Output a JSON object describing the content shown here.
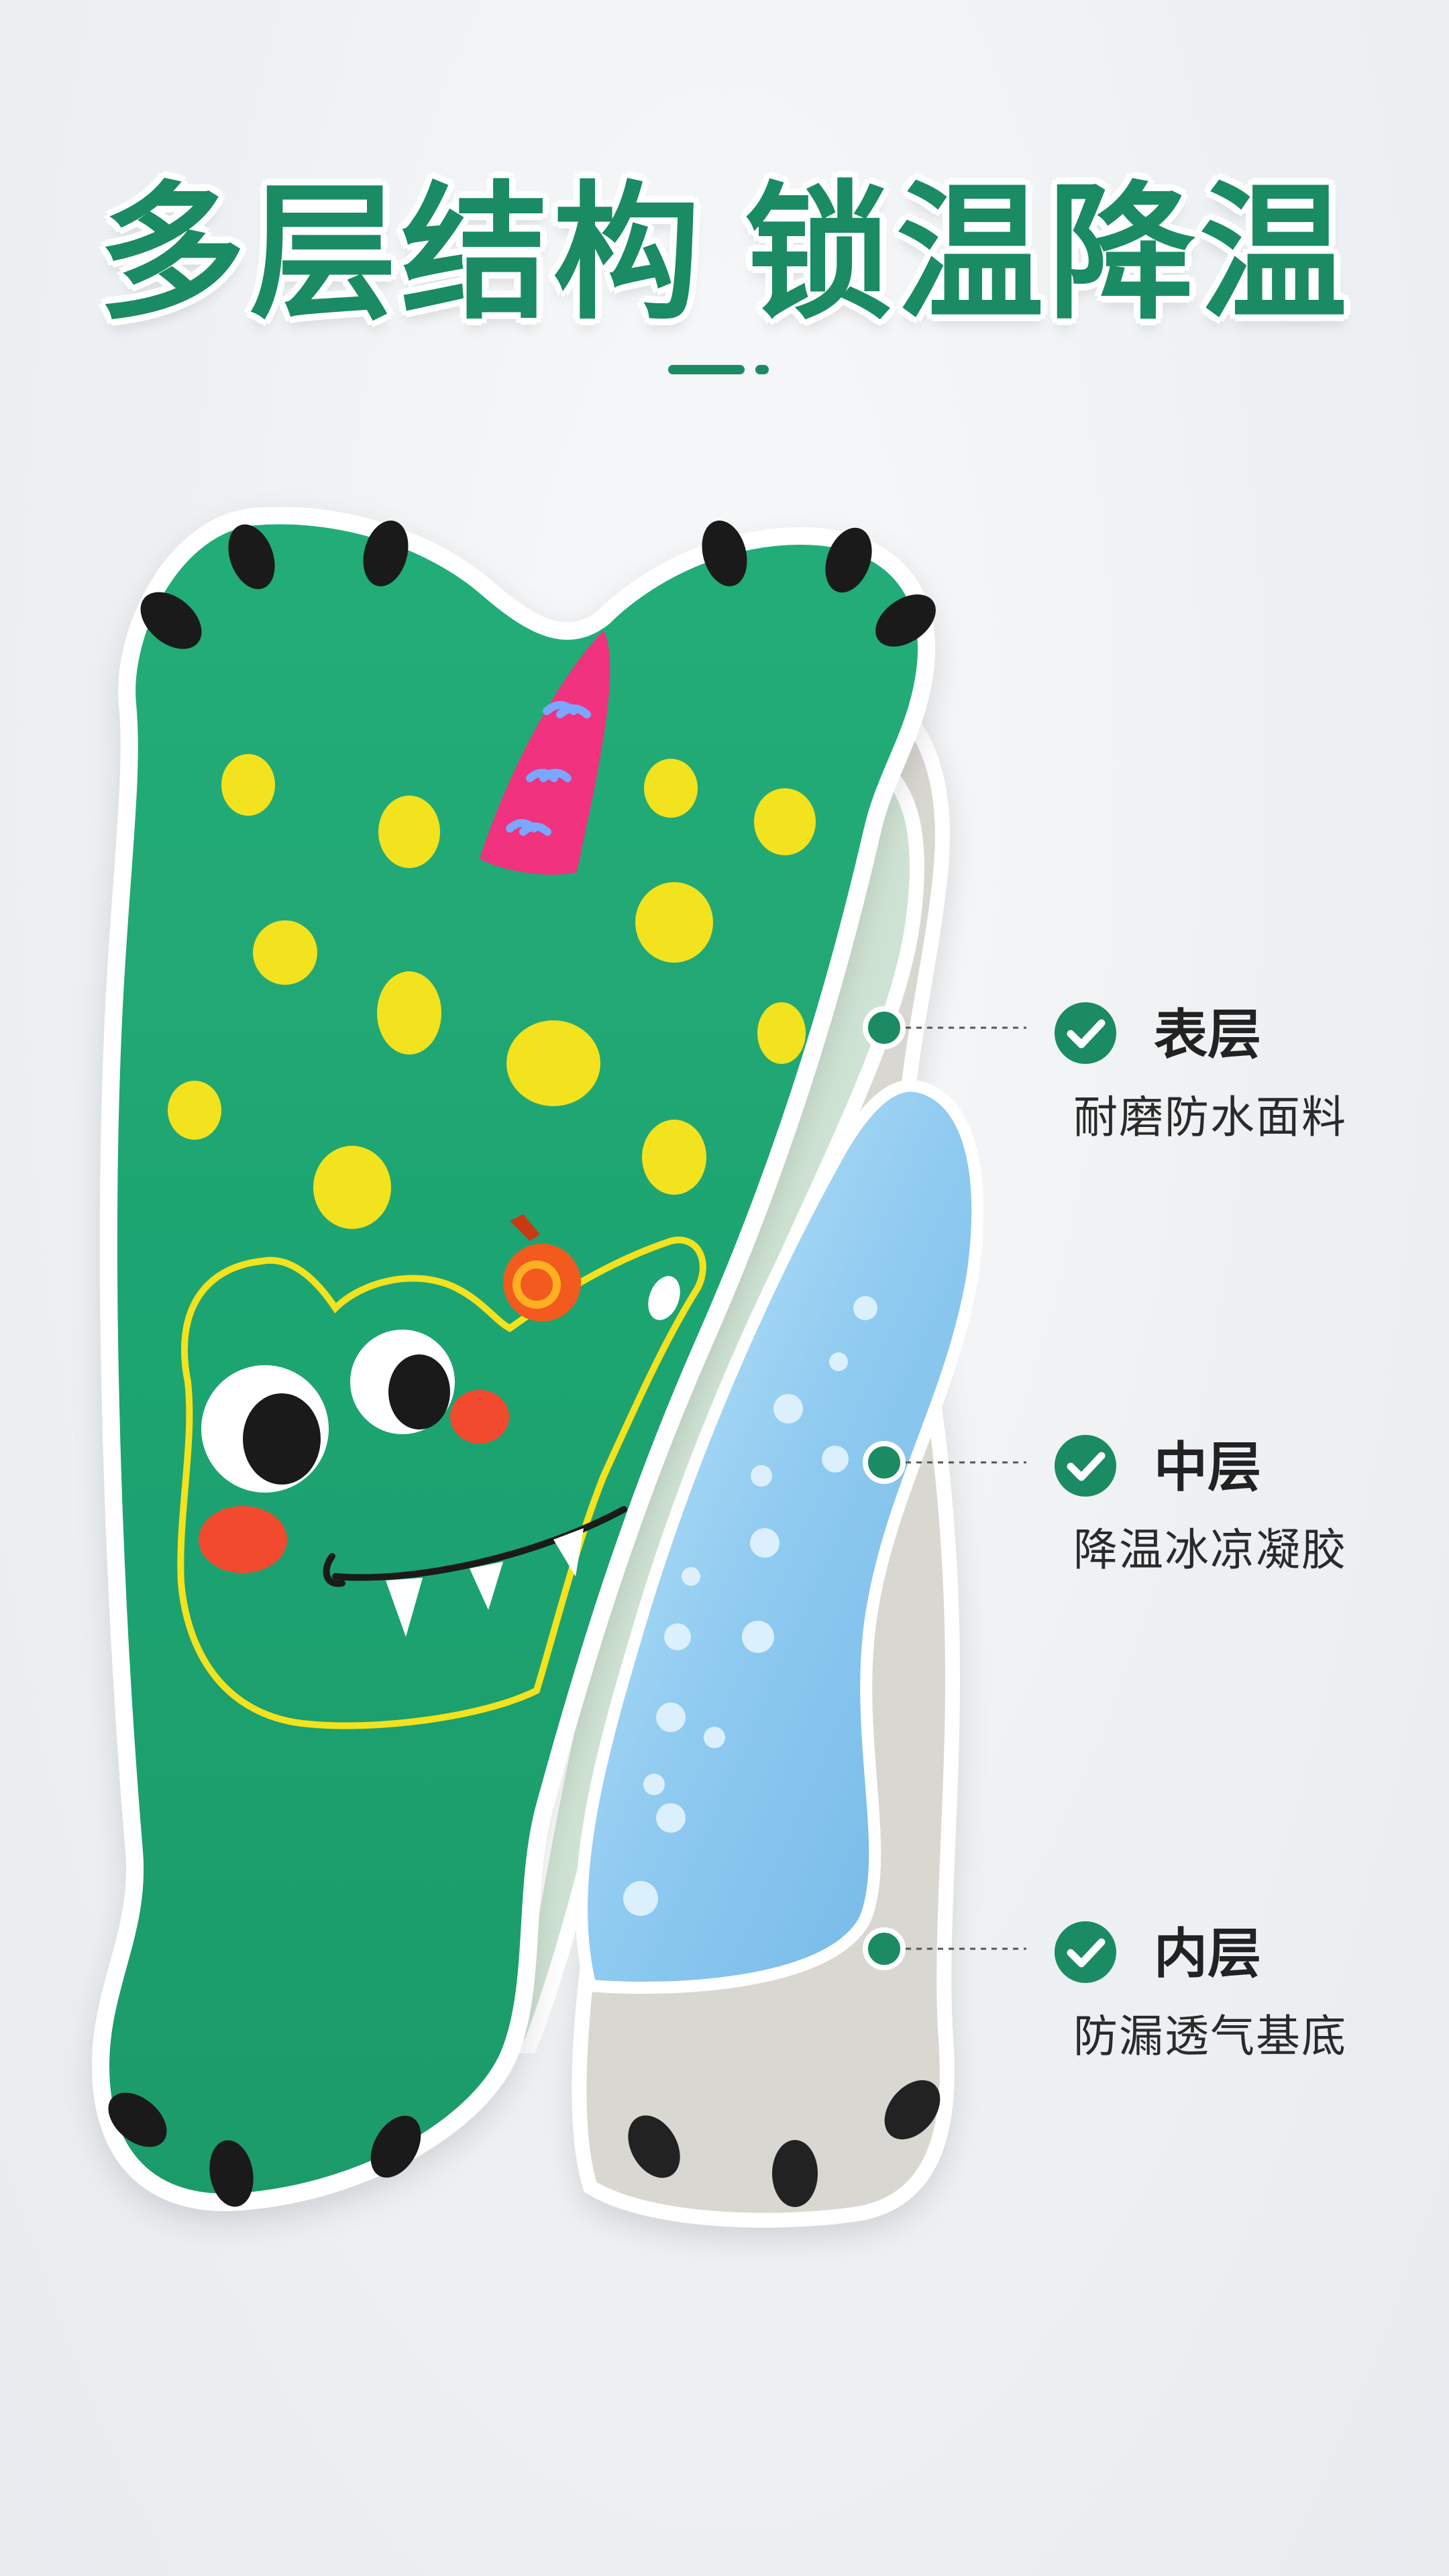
{
  "headline": {
    "part1": "多层结构",
    "part2": "锁温降温"
  },
  "colors": {
    "brand_green": "#1a8b63",
    "mat_green": "#1fa873",
    "surface_layer": "#cfe3d4",
    "gel_layer": "#9fd3f2",
    "base_layer": "#d8d6d0"
  },
  "layers": [
    {
      "name": "表层",
      "description": "耐磨防水面料",
      "icon": "check-icon"
    },
    {
      "name": "中层",
      "description": "降温冰凉凝胶",
      "icon": "check-icon"
    },
    {
      "name": "内层",
      "description": "防漏透气基底",
      "icon": "check-icon"
    }
  ]
}
